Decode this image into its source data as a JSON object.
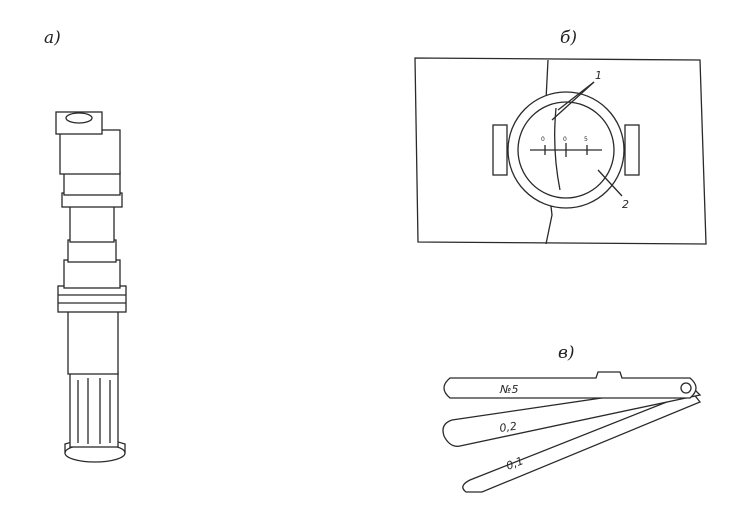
{
  "labels": {
    "a": "а)",
    "b": "б)",
    "v": "в)"
  },
  "callouts": {
    "one": "1",
    "two": "2"
  },
  "scale": {
    "left": "0",
    "mid": "0",
    "right": "5"
  },
  "gauge": {
    "blade1": "№5",
    "blade2": "0,2",
    "blade3": "0,1"
  },
  "colors": {
    "ink": "#2a2a2a",
    "background": "#ffffff"
  }
}
